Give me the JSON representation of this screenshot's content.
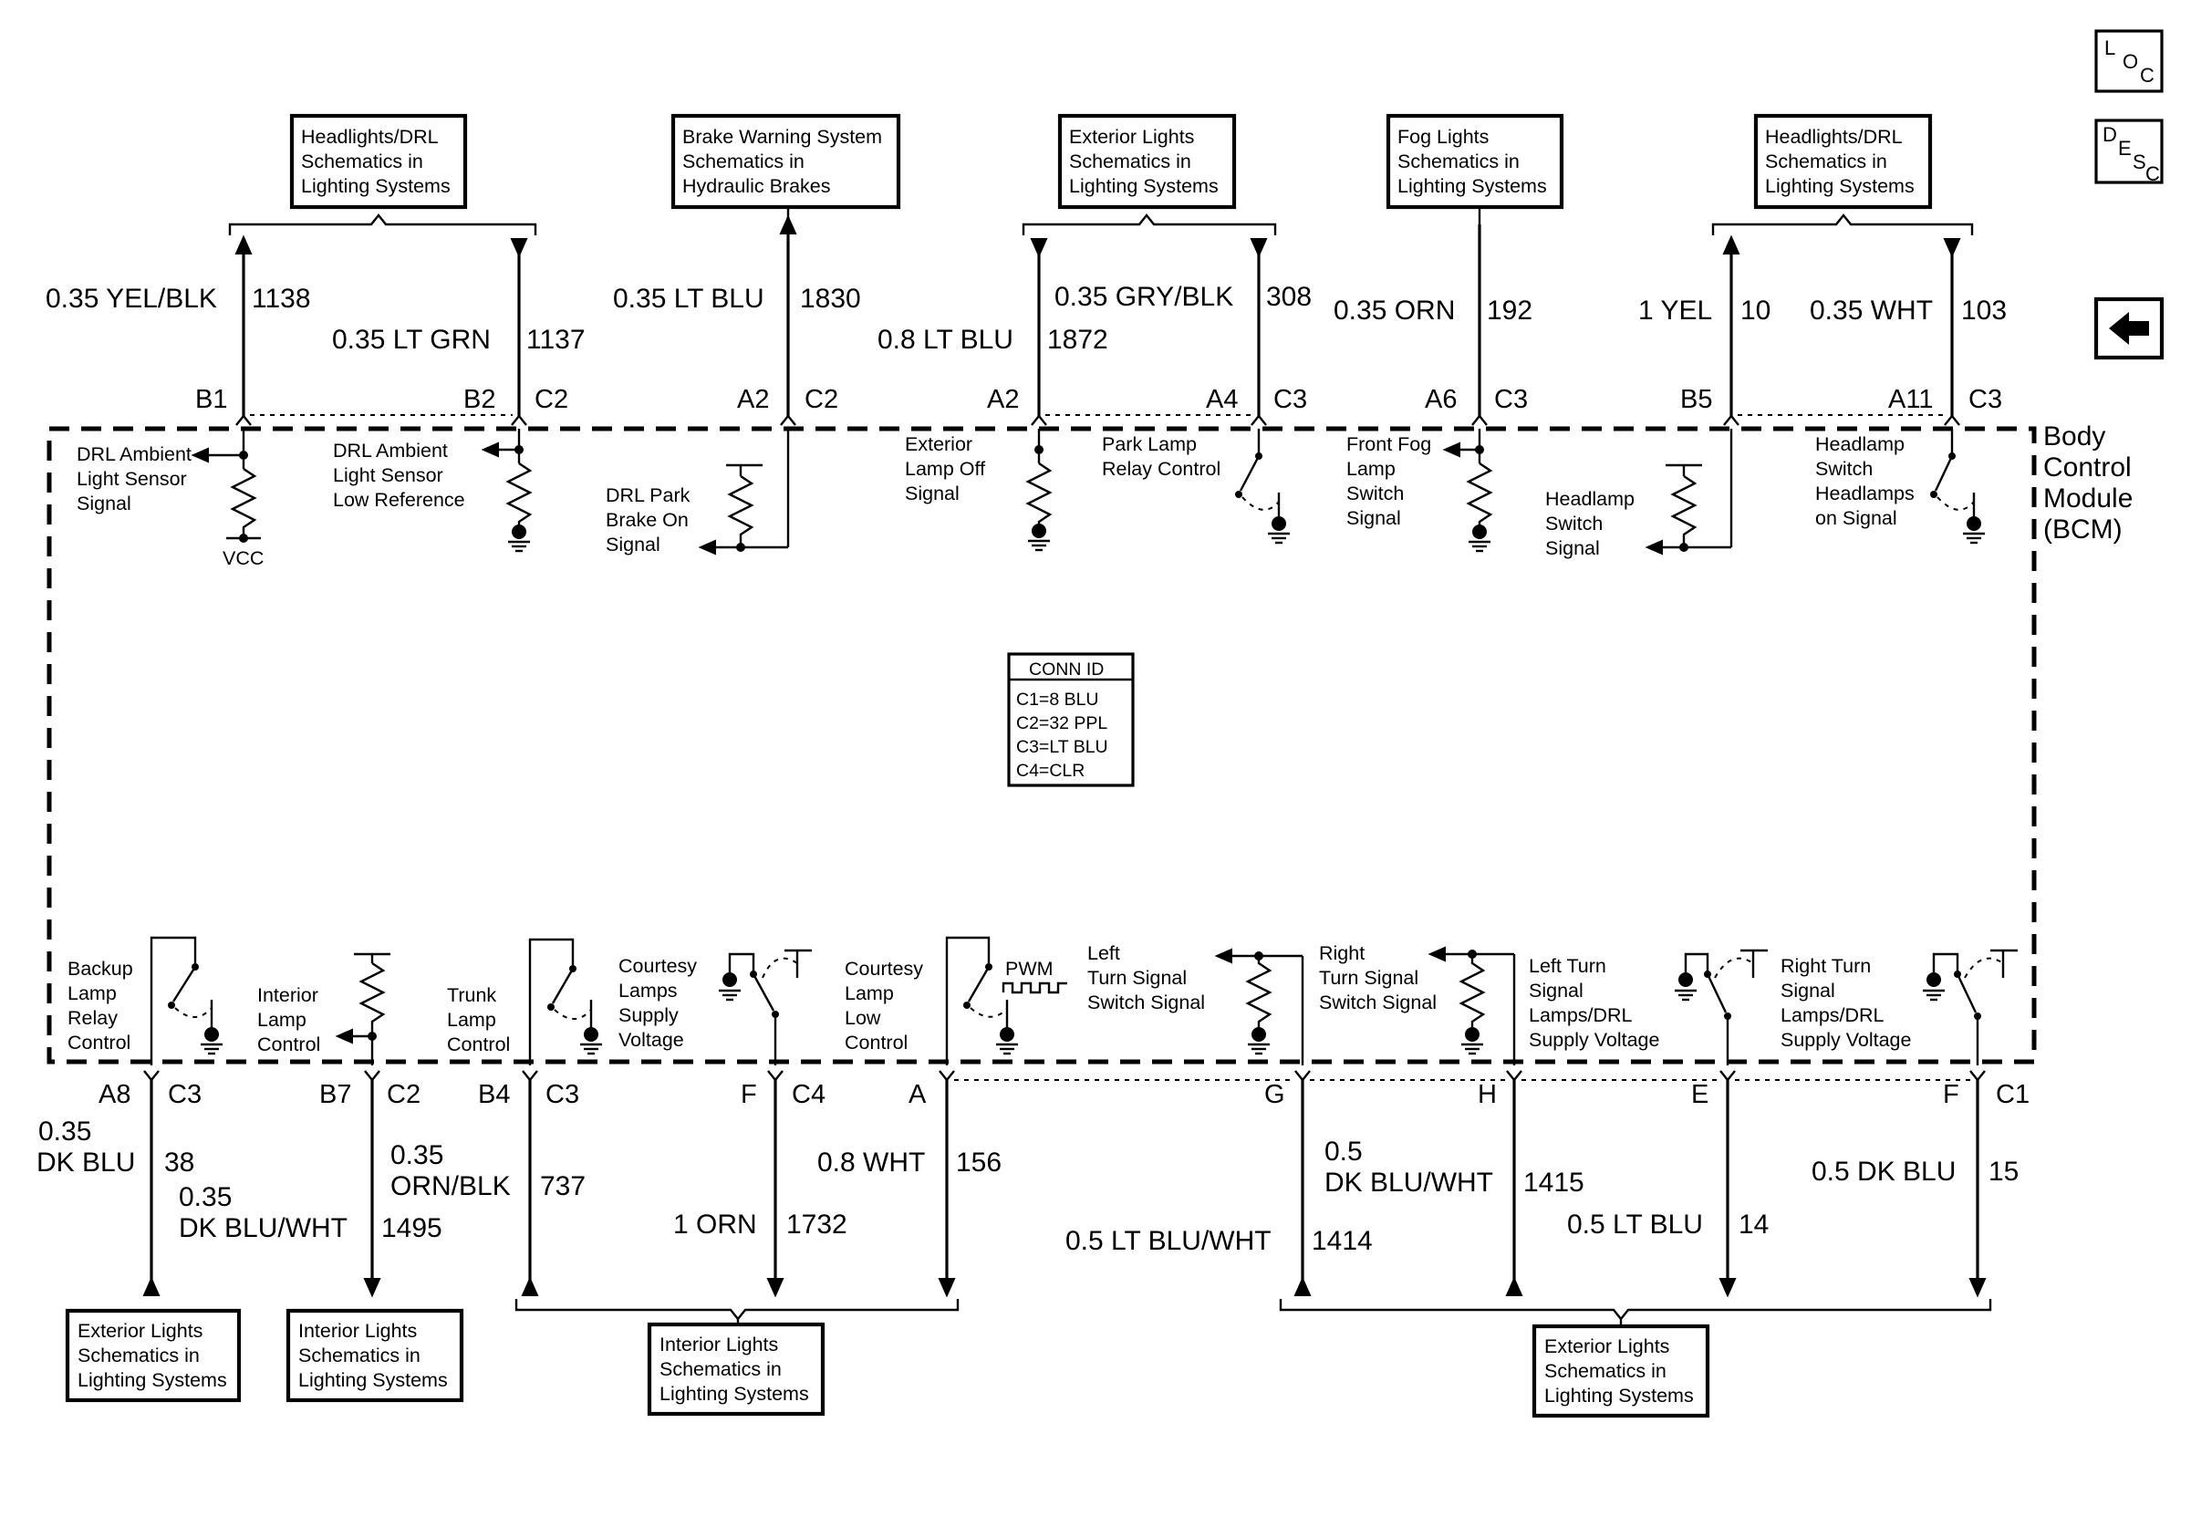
{
  "top_refs": [
    {
      "id": "headlights-drl-left",
      "lines": [
        "Headlights/DRL",
        "Schematics in",
        "Lighting Systems"
      ]
    },
    {
      "id": "brake-warning",
      "lines": [
        "Brake Warning System",
        "Schematics in",
        "Hydraulic Brakes"
      ]
    },
    {
      "id": "exterior-lights-top",
      "lines": [
        "Exterior Lights",
        "Schematics in",
        "Lighting Systems"
      ]
    },
    {
      "id": "fog-lights",
      "lines": [
        "Fog Lights",
        "Schematics in",
        "Lighting Systems"
      ]
    },
    {
      "id": "headlights-drl-right",
      "lines": [
        "Headlights/DRL",
        "Schematics in",
        "Lighting Systems"
      ]
    }
  ],
  "bottom_refs": [
    {
      "id": "exterior-lights-bl",
      "lines": [
        "Exterior Lights",
        "Schematics in",
        "Lighting Systems"
      ]
    },
    {
      "id": "interior-lights-bl",
      "lines": [
        "Interior Lights",
        "Schematics in",
        "Lighting Systems"
      ]
    },
    {
      "id": "interior-lights-bc",
      "lines": [
        "Interior Lights",
        "Schematics in",
        "Lighting Systems"
      ]
    },
    {
      "id": "exterior-lights-br",
      "lines": [
        "Exterior Lights",
        "Schematics in",
        "Lighting Systems"
      ]
    }
  ],
  "top_wires": [
    {
      "id": "w1138",
      "size_color": "0.35 YEL/BLK",
      "circuit": "1138",
      "pin": "B1",
      "connector": ""
    },
    {
      "id": "w1137",
      "size_color": "0.35 LT GRN",
      "circuit": "1137",
      "pin": "B2",
      "connector": "C2"
    },
    {
      "id": "w1830",
      "size_color": "0.35 LT BLU",
      "circuit": "1830",
      "pin": "A2",
      "connector": "C2"
    },
    {
      "id": "w1872",
      "size_color": "0.8 LT BLU",
      "circuit": "1872",
      "pin": "A2",
      "connector": ""
    },
    {
      "id": "w308",
      "size_color": "0.35 GRY/BLK",
      "circuit": "308",
      "pin": "A4",
      "connector": "C3"
    },
    {
      "id": "w192",
      "size_color": "0.35 ORN",
      "circuit": "192",
      "pin": "A6",
      "connector": "C3"
    },
    {
      "id": "w10",
      "size_color": "1 YEL",
      "circuit": "10",
      "pin": "B5",
      "connector": ""
    },
    {
      "id": "w103",
      "size_color": "0.35 WHT",
      "circuit": "103",
      "pin": "A11",
      "connector": "C3"
    }
  ],
  "bottom_wires": [
    {
      "id": "w38",
      "size": "0.35",
      "color": "DK BLU",
      "circuit": "38",
      "pin": "A8",
      "connector": "C3"
    },
    {
      "id": "w1495",
      "size": "0.35",
      "color": "DK BLU/WHT",
      "circuit": "1495",
      "pin": "B7",
      "connector": "C2"
    },
    {
      "id": "w737",
      "size": "0.35",
      "color": "ORN/BLK",
      "circuit": "737",
      "pin": "B4",
      "connector": "C3"
    },
    {
      "id": "w1732",
      "size_color": "1 ORN",
      "circuit": "1732",
      "pin": "F",
      "connector": "C4"
    },
    {
      "id": "w156",
      "size_color": "0.8 WHT",
      "circuit": "156",
      "pin": "A",
      "connector": ""
    },
    {
      "id": "w1414",
      "size_color": "0.5 LT BLU/WHT",
      "circuit": "1414",
      "pin": "G",
      "connector": ""
    },
    {
      "id": "w1415",
      "size": "0.5",
      "color": "DK BLU/WHT",
      "circuit": "1415",
      "pin": "H",
      "connector": ""
    },
    {
      "id": "w14",
      "size_color": "0.5 LT BLU",
      "circuit": "14",
      "pin": "E",
      "connector": ""
    },
    {
      "id": "w15",
      "size_color": "0.5 DK BLU",
      "circuit": "15",
      "pin": "F",
      "connector": "C1"
    }
  ],
  "top_signals": {
    "drl_ambient_sensor": [
      "DRL Ambient",
      "Light Sensor",
      "Signal"
    ],
    "vcc": "VCC",
    "drl_ambient_low_ref": [
      "DRL Ambient",
      "Light Sensor",
      "Low Reference"
    ],
    "drl_park_brake": [
      "DRL Park",
      "Brake On",
      "Signal"
    ],
    "exterior_lamp_off": [
      "Exterior",
      "Lamp Off",
      "Signal"
    ],
    "park_lamp_relay": [
      "Park Lamp",
      "Relay Control"
    ],
    "front_fog_switch": [
      "Front Fog",
      "Lamp",
      "Switch",
      "Signal"
    ],
    "headlamp_switch_signal": [
      "Headlamp",
      "Switch",
      "Signal"
    ],
    "headlamp_switch_headlamps_on": [
      "Headlamp",
      "Switch",
      "Headlamps",
      "on Signal"
    ]
  },
  "bottom_signals": {
    "backup_lamp_relay": [
      "Backup",
      "Lamp",
      "Relay",
      "Control"
    ],
    "interior_lamp_control": [
      "Interior",
      "Lamp",
      "Control"
    ],
    "trunk_lamp_control": [
      "Trunk",
      "Lamp",
      "Control"
    ],
    "courtesy_supply": [
      "Courtesy",
      "Lamps",
      "Supply",
      "Voltage"
    ],
    "courtesy_low_control": [
      "Courtesy",
      "Lamp",
      "Low",
      "Control"
    ],
    "pwm": "PWM",
    "left_turn_switch": [
      "Left",
      "Turn Signal",
      "Switch Signal"
    ],
    "right_turn_switch": [
      "Right",
      "Turn Signal",
      "Switch Signal"
    ],
    "left_turn_supply": [
      "Left Turn",
      "Signal",
      "Lamps/DRL",
      "Supply Voltage"
    ],
    "right_turn_supply": [
      "Right Turn",
      "Signal",
      "Lamps/DRL",
      "Supply Voltage"
    ]
  },
  "bcm_label": [
    "Body",
    "Control",
    "Module",
    "(BCM)"
  ],
  "conn_id": {
    "title": "CONN ID",
    "lines": [
      "C1=8 BLU",
      "C2=32 PPL",
      "C3=LT BLU",
      "C4=CLR"
    ]
  },
  "nav": {
    "loc": [
      "L",
      "O",
      "C"
    ],
    "desc": [
      "D",
      "E",
      "S",
      "C"
    ],
    "back_icon": "left-arrow-icon"
  }
}
